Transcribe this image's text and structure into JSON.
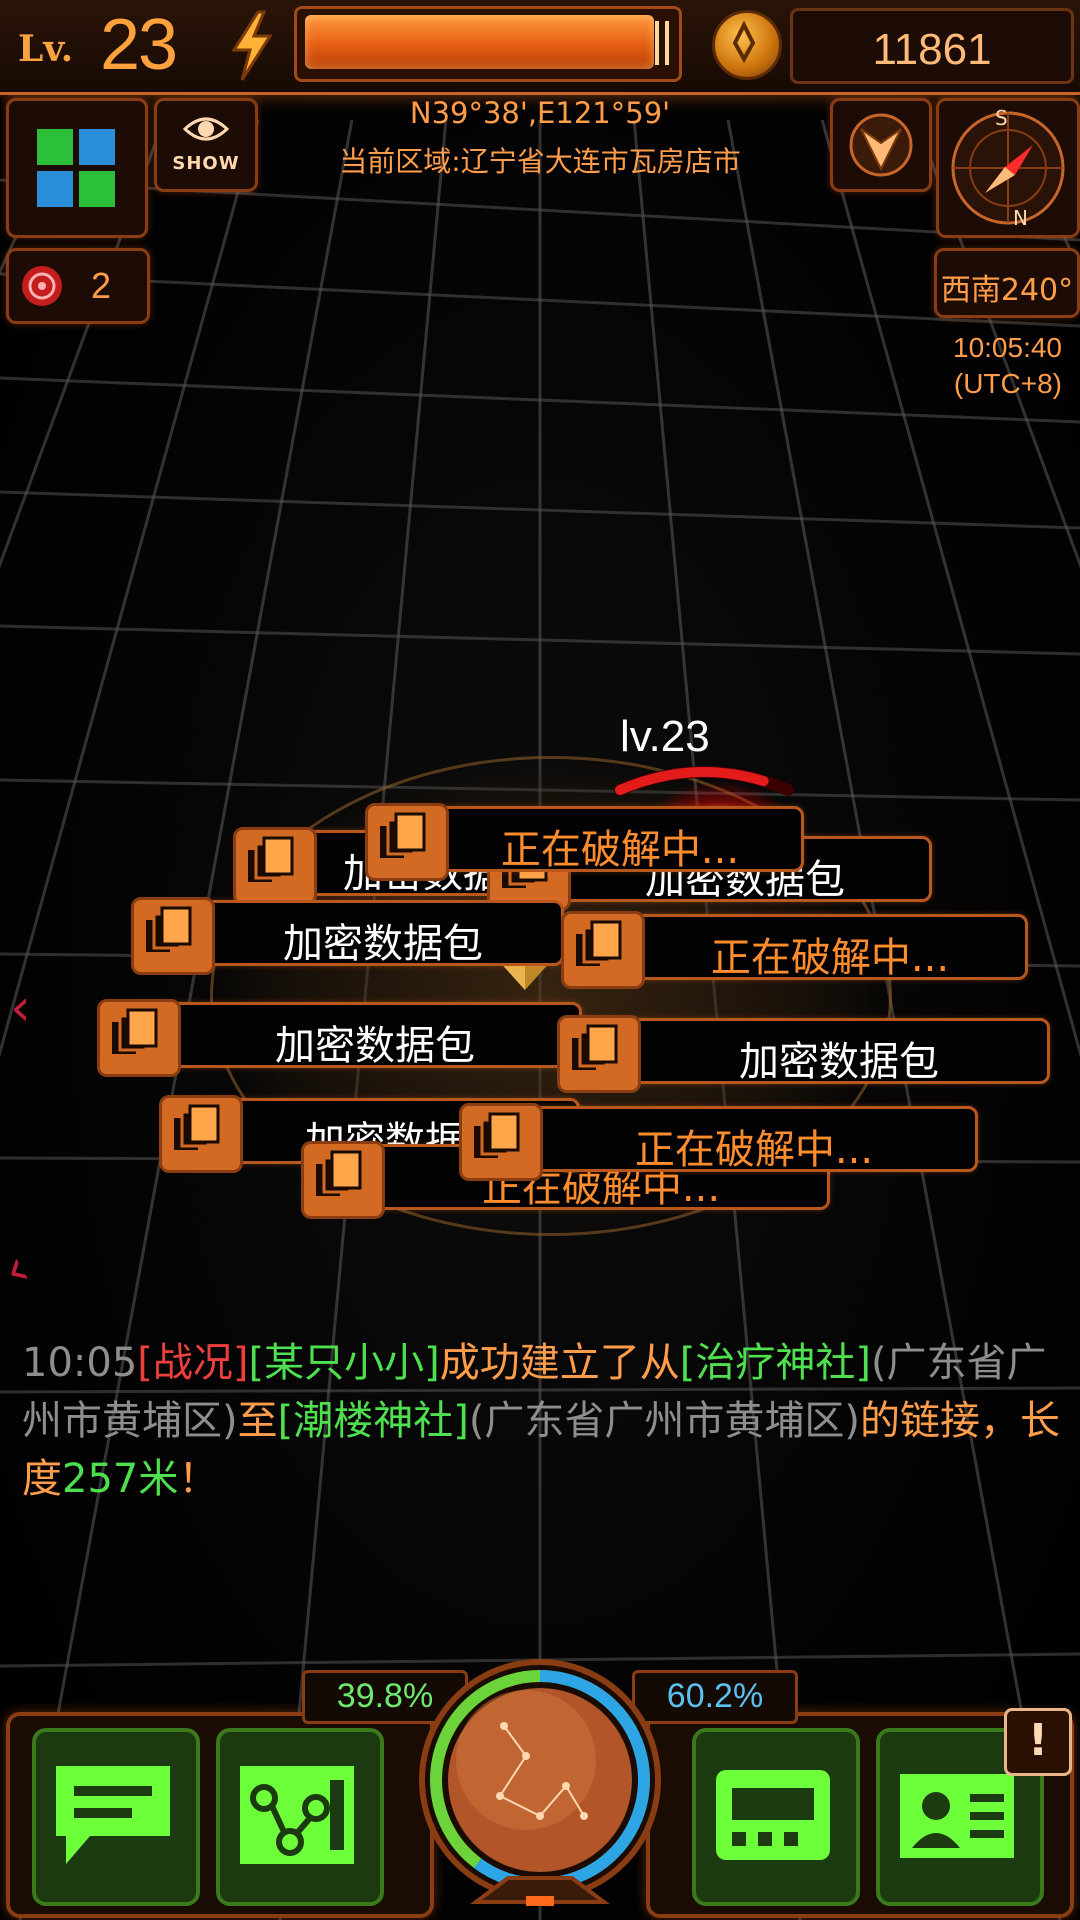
{
  "hud": {
    "level_label": "Lv.",
    "level": "23",
    "energy_fraction": 0.97,
    "coins": "11861",
    "coordinates": "N39°38',E121°59'",
    "region": "当前区域:辽宁省大连市瓦房店市",
    "show_label": "SHOW",
    "target_count": "2",
    "heading": "西南240°",
    "time": "10:05:40",
    "timezone": "(UTC+8)",
    "compass_letters": {
      "south": "S",
      "north": "N"
    }
  },
  "portal": {
    "level_label": "lv.23",
    "health_fraction": 0.85
  },
  "packets": [
    {
      "label": "加密数据包",
      "style": "white"
    },
    {
      "label": "正在破解中...",
      "style": "orange"
    },
    {
      "label": "加密数据包",
      "style": "white"
    },
    {
      "label": "加密数据包",
      "style": "white"
    },
    {
      "label": "正在破解中...",
      "style": "orange"
    },
    {
      "label": "加密数据包",
      "style": "white"
    },
    {
      "label": "加密数据包",
      "style": "white"
    },
    {
      "label": "加密数据包",
      "style": "white"
    },
    {
      "label": "正在破解中...",
      "style": "orange"
    },
    {
      "label": "正在破解中...",
      "style": "orange"
    }
  ],
  "log": {
    "time": "10:05",
    "tag": "[战况]",
    "player": "[某只小小]",
    "text1": "成功建立了从",
    "from_portal": "[治疗神社]",
    "from_location": "(广东省广州市黄埔区)",
    "text2": "至",
    "to_portal": "[潮楼神社]",
    "to_location": "(广东省广州市黄埔区)",
    "text3": "的链接，长度",
    "length": "257米",
    "text4": "！"
  },
  "bottom": {
    "left_percent": "39.8%",
    "right_percent": "60.2%",
    "left_fraction": 0.398,
    "right_fraction": 0.602,
    "alert_label": "!"
  },
  "colors": {
    "accent_orange": "#ff9d4a",
    "team_green": "#4fe04f",
    "team_blue": "#5cc0ef",
    "alert_red": "#ee3f3f"
  },
  "icons": [
    "lightning-icon",
    "coin-icon",
    "layers-icon",
    "eye-icon",
    "faction-icon",
    "compass-icon",
    "target-icon",
    "packet-icon",
    "chat-icon",
    "network-icon",
    "device-icon",
    "profile-icon",
    "globe-icon"
  ]
}
